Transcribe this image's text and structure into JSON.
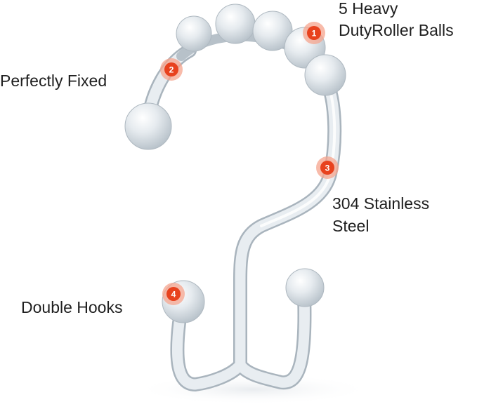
{
  "callouts": [
    {
      "number": "1",
      "lines": [
        "5 Heavy",
        "DutyRoller Balls"
      ]
    },
    {
      "number": "2",
      "lines": [
        "Perfectly Fixed"
      ]
    },
    {
      "number": "3",
      "lines": [
        "304 Stainless",
        "Steel"
      ]
    },
    {
      "number": "4",
      "lines": [
        "Double Hooks"
      ]
    }
  ],
  "colors": {
    "hook_body": "#dfe5ea",
    "marker_core": "#e8421e",
    "marker_halo": "#f6a48e",
    "label_text": "#1f1f1f"
  }
}
